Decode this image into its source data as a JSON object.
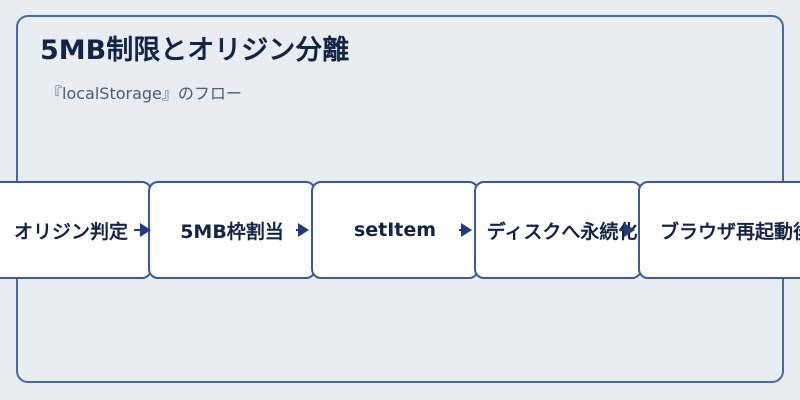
{
  "diagram": {
    "title": "5MB制限とオリジン分離",
    "subtitle": "『localStorage』のフロー",
    "nodes": [
      {
        "label": "オリジン判定"
      },
      {
        "label": "5MB枠割当"
      },
      {
        "label": "setItem"
      },
      {
        "label": "ディスクへ永続化"
      },
      {
        "label": "ブラウザ再起動後"
      }
    ]
  },
  "colors": {
    "background": "#e8edf2",
    "border": "#3b5a9a",
    "text": "#142447",
    "arrow": "#233c78"
  }
}
